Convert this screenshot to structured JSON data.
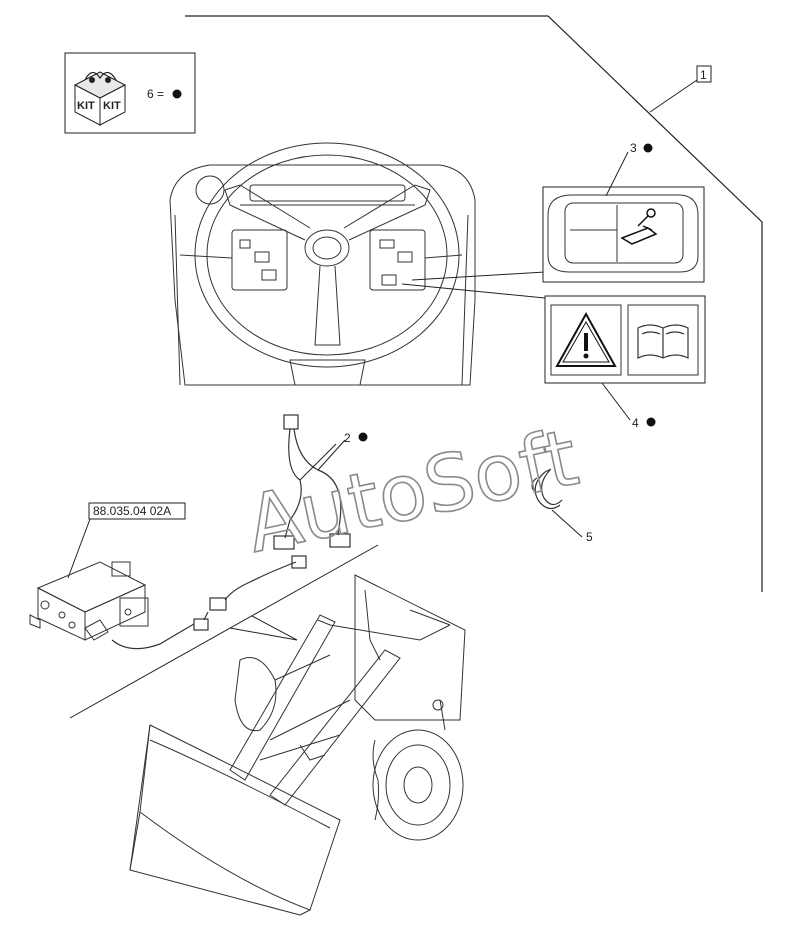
{
  "callouts": {
    "item1": "1",
    "item2": "2",
    "item3": "3",
    "item4": "4",
    "item5": "5",
    "item6": "6 ="
  },
  "kit": {
    "left_label": "KIT",
    "right_label": "KIT"
  },
  "reference": "88.035.04 02A",
  "watermark": "AutoSoft",
  "colors": {
    "line": "#222222",
    "watermark": "#8a8a8a",
    "kit_bg": "#f2f2f2"
  },
  "icons": [
    "kit-box-icon",
    "bullet-dot-icon",
    "warning-triangle-icon",
    "manual-book-icon",
    "loader-bucket-symbol-icon"
  ]
}
